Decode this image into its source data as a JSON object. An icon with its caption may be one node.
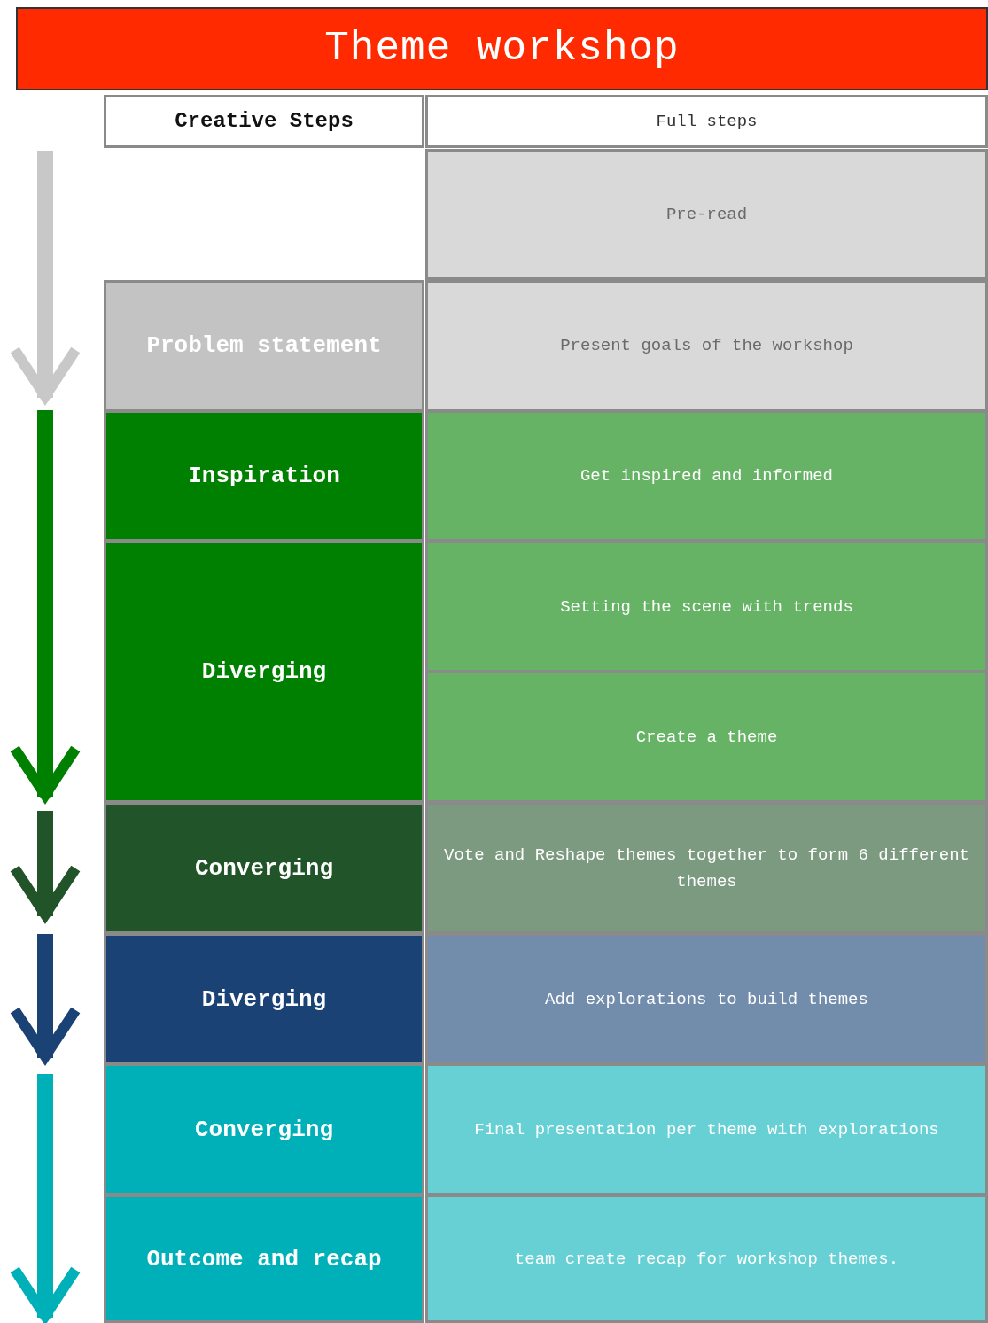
{
  "diagram": {
    "title": "Theme workshop",
    "nodes": [
      {
        "text": [
          "Creative Steps"
        ]
      },
      {
        "text": [
          "Full steps"
        ]
      },
      {
        "text": [
          "Pre-read"
        ]
      },
      {
        "text": [
          "Problem statement"
        ]
      },
      {
        "text": [
          "Present goals of the workshop"
        ]
      },
      {
        "text": [
          "Inspiration"
        ]
      },
      {
        "text": [
          "Get inspired and informed"
        ]
      },
      {
        "text": [
          "Diverging"
        ]
      },
      {
        "text": [
          "Setting the scene with trends"
        ]
      },
      {
        "text": [
          "Create a theme"
        ]
      },
      {
        "text": [
          "Converging"
        ]
      },
      {
        "text": [
          "Vote and Reshape themes together to form 6 different themes"
        ]
      },
      {
        "text": [
          "Diverging"
        ]
      },
      {
        "text": [
          "Add explorations to build themes"
        ]
      },
      {
        "text": [
          "Converging"
        ]
      },
      {
        "text": [
          "Final presentation per theme with explorations"
        ]
      },
      {
        "text": [
          "Outcome and recap"
        ]
      },
      {
        "text": [
          "team create recap for workshop themes."
        ]
      }
    ]
  }
}
